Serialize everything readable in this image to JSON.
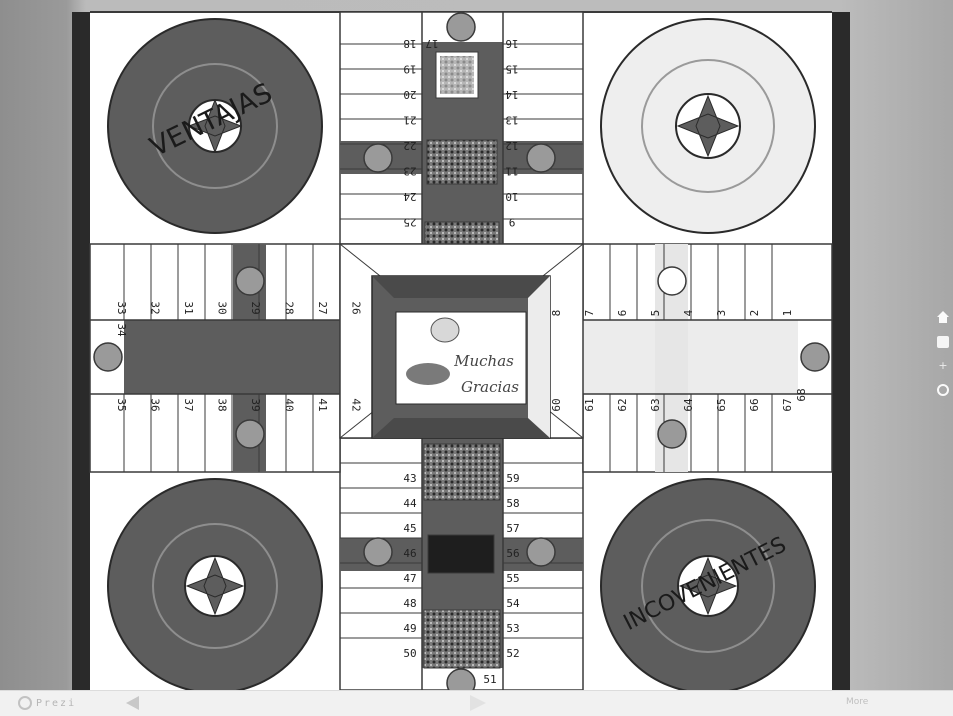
{
  "board": {
    "title_top_left": "VENTAJAS",
    "title_bottom_right": "INCOVENIENTES",
    "center_caption_line1": "Muchas",
    "center_caption_line2": "Gracias",
    "numbers": {
      "top_left": [
        "18",
        "19",
        "20",
        "21",
        "22",
        "23",
        "24",
        "25"
      ],
      "top_right": [
        "16",
        "15",
        "14",
        "13",
        "12",
        "11",
        "10",
        "9"
      ],
      "top_mid": "17",
      "left_top": [
        "33",
        "32",
        "31",
        "30",
        "29",
        "28",
        "27",
        "26"
      ],
      "left_bottom": [
        "35",
        "36",
        "37",
        "38",
        "39",
        "40",
        "41",
        "42"
      ],
      "left_mid": "34",
      "right_top": [
        "8",
        "7",
        "6",
        "5",
        "4",
        "3",
        "2",
        "1"
      ],
      "right_bottom": [
        "60",
        "61",
        "62",
        "63",
        "64",
        "65",
        "66",
        "67"
      ],
      "right_mid": "68",
      "bottom_left": [
        "43",
        "44",
        "45",
        "46",
        "47",
        "48",
        "49",
        "50"
      ],
      "bottom_right": [
        "59",
        "58",
        "57",
        "56",
        "55",
        "54",
        "53",
        "52"
      ],
      "bottom_mid": "51"
    },
    "colors": {
      "dark_gray": "#5d5d5d",
      "mid_gray": "#8a8a8a",
      "light_gray": "#e6e6e6",
      "safe_circle": "#9a9a9a",
      "line": "#3a3a3a"
    }
  },
  "toolbar": {
    "brand": "Prezi",
    "more_label": "More"
  },
  "icons": {
    "home": "home-icon",
    "grid": "grid-icon",
    "zoom_in": "plus-icon",
    "zoom": "zoom-icon",
    "prev": "prev-arrow-icon",
    "next": "next-arrow-icon"
  }
}
